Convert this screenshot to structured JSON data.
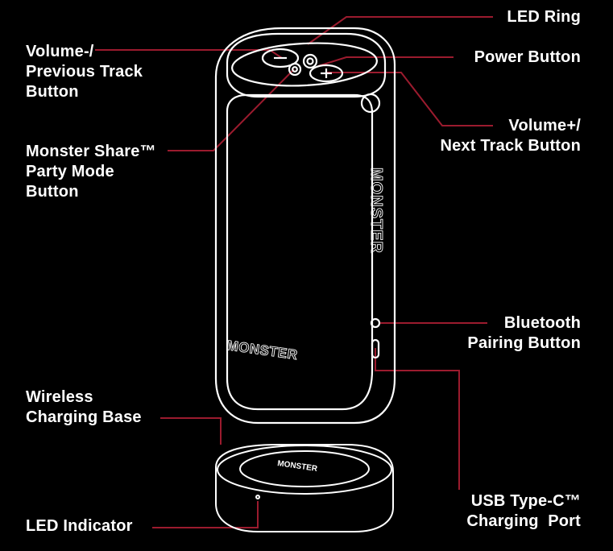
{
  "brand": "MONSTER",
  "colors": {
    "background": "#000000",
    "leader_line": "#9b1b2e",
    "outline": "#ffffff",
    "text": "#ffffff"
  },
  "labels": {
    "led_ring": [
      "LED Ring"
    ],
    "volume_minus": [
      "Volume-/",
      "Previous Track",
      "Button"
    ],
    "power_button": [
      "Power Button"
    ],
    "volume_plus": [
      "Volume+/",
      "Next Track Button"
    ],
    "monster_share": [
      "Monster Share™",
      "Party Mode",
      "Button"
    ],
    "bluetooth": [
      "Bluetooth",
      "Pairing Button"
    ],
    "wireless_base": [
      "Wireless",
      "Charging Base"
    ],
    "usb_port": [
      "USB Type-C™",
      "Charging  Port"
    ],
    "led_indicator": [
      "LED Indicator"
    ]
  },
  "icons": [
    "bluetooth-icon",
    "plus-icon",
    "minus-icon",
    "share-icon",
    "power-icon"
  ]
}
